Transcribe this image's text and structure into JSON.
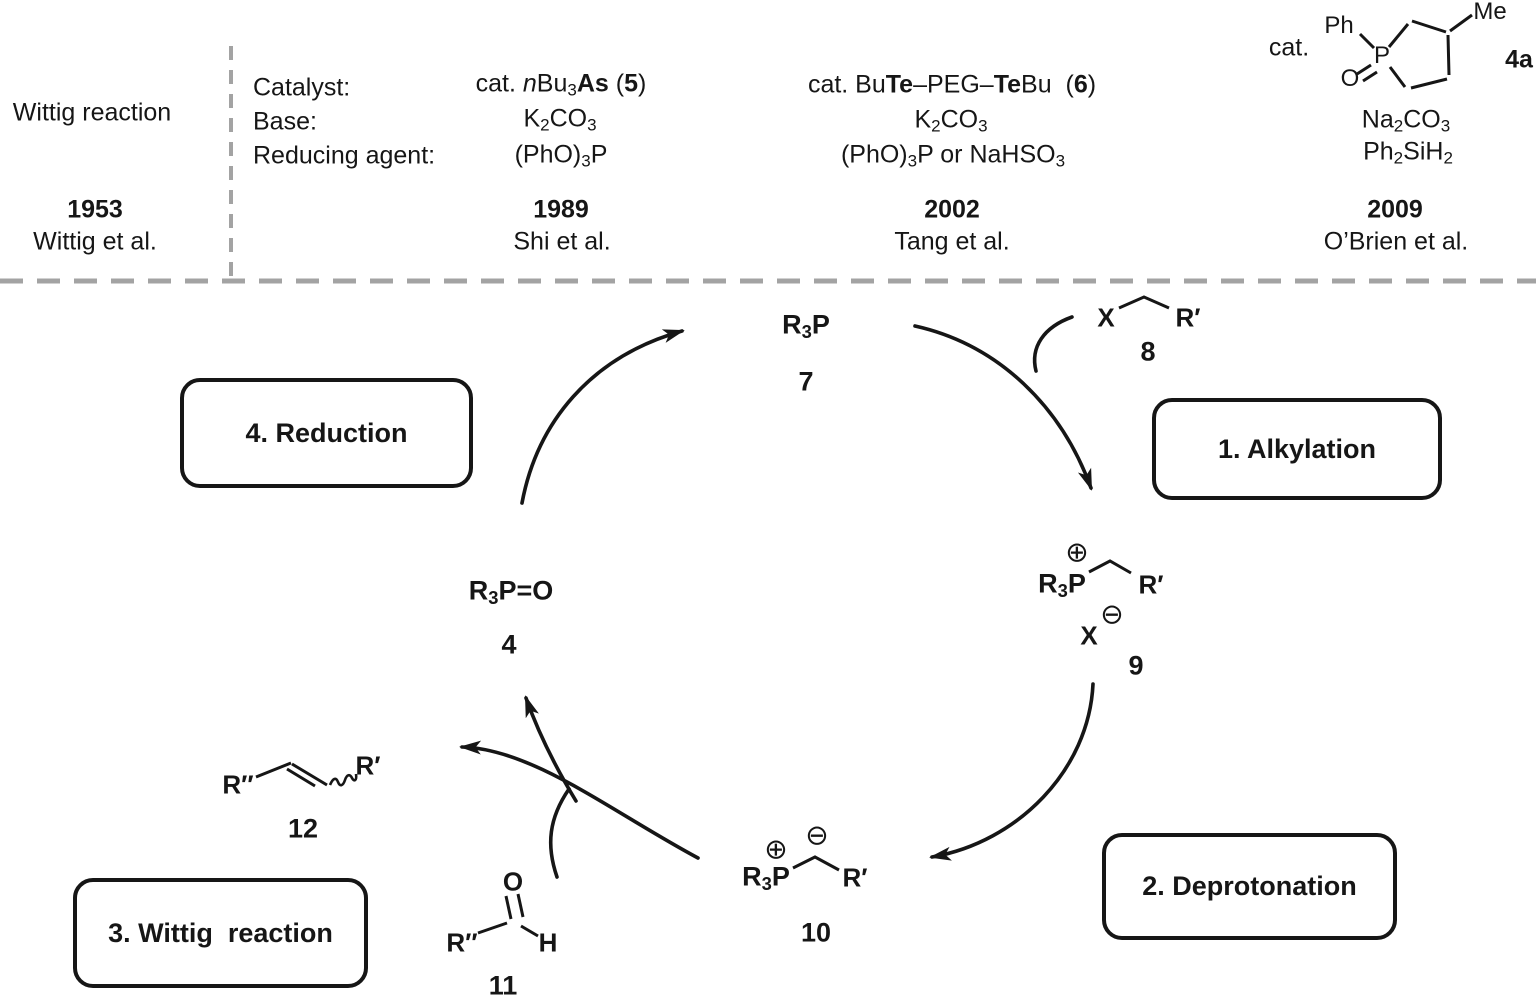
{
  "colors": {
    "ink": "#161616",
    "divider": "#a3a3a3"
  },
  "symbols": {
    "plus": "⊕",
    "minus": "⊖"
  },
  "header": {
    "reaction_label": "Wittig reaction",
    "row_labels": {
      "catalyst": "Catalyst:",
      "base": "Base:",
      "reducing_agent": "Reducing agent:"
    },
    "origin": {
      "year": "1953",
      "authors": "Wittig et al."
    },
    "columns": [
      {
        "catalyst": [
          {
            "t": "cat. "
          },
          {
            "t": "n",
            "i": 1
          },
          {
            "t": "Bu"
          },
          {
            "t": "3",
            "sub": 1
          },
          {
            "t": "As",
            "b": 1
          },
          {
            "t": " ("
          },
          {
            "t": "5",
            "b": 1
          },
          {
            "t": ")"
          }
        ],
        "base": [
          {
            "t": "K"
          },
          {
            "t": "2",
            "sub": 1
          },
          {
            "t": "CO"
          },
          {
            "t": "3",
            "sub": 1
          }
        ],
        "reducing_agent": [
          {
            "t": "(PhO)"
          },
          {
            "t": "3",
            "sub": 1
          },
          {
            "t": "P"
          }
        ],
        "year": "1989",
        "authors": "Shi et al."
      },
      {
        "catalyst": [
          {
            "t": "cat. Bu"
          },
          {
            "t": "Te",
            "b": 1
          },
          {
            "t": "–PEG–"
          },
          {
            "t": "Te",
            "b": 1
          },
          {
            "t": "Bu  ("
          },
          {
            "t": "6",
            "b": 1
          },
          {
            "t": ")"
          }
        ],
        "base": [
          {
            "t": "K"
          },
          {
            "t": "2",
            "sub": 1
          },
          {
            "t": "CO"
          },
          {
            "t": "3",
            "sub": 1
          }
        ],
        "reducing_agent": [
          {
            "t": "(PhO)"
          },
          {
            "t": "3",
            "sub": 1
          },
          {
            "t": "P or NaHSO"
          },
          {
            "t": "3",
            "sub": 1
          }
        ],
        "year": "2002",
        "authors": "Tang et al."
      },
      {
        "cat_label": "cat.",
        "compound_id": "4a",
        "structure_atoms": {
          "ph": "Ph",
          "p": "P",
          "o": "O",
          "me": "Me"
        },
        "base": [
          {
            "t": "Na"
          },
          {
            "t": "2",
            "sub": 1
          },
          {
            "t": "CO"
          },
          {
            "t": "3",
            "sub": 1
          }
        ],
        "reducing_agent": [
          {
            "t": "Ph"
          },
          {
            "t": "2",
            "sub": 1
          },
          {
            "t": "SiH"
          },
          {
            "t": "2",
            "sub": 1
          }
        ],
        "year": "2009",
        "authors": "O’Brien et al."
      }
    ]
  },
  "cycle": {
    "steps": {
      "alkylation": "1. Alkylation",
      "deprotonation": "2. Deprotonation",
      "wittig": "3. Wittig  reaction",
      "reduction": "4. Reduction"
    },
    "species": {
      "phosphine": {
        "formula": [
          {
            "t": "R"
          },
          {
            "t": "3",
            "sub": 1
          },
          {
            "t": "P"
          }
        ],
        "number": "7"
      },
      "alkyl_halide": {
        "x": "X",
        "r_prime": "R′",
        "number": "8"
      },
      "phosphonium_salt": {
        "formula": [
          {
            "t": "R"
          },
          {
            "t": "3",
            "sub": 1
          },
          {
            "t": "P"
          }
        ],
        "r_prime": "R′",
        "counter_ion": "X",
        "number": "9"
      },
      "ylide": {
        "formula": [
          {
            "t": "R"
          },
          {
            "t": "3",
            "sub": 1
          },
          {
            "t": "P"
          }
        ],
        "r_prime": "R′",
        "number": "10"
      },
      "aldehyde": {
        "o": "O",
        "r_doubleprime": "R″",
        "h": "H",
        "number": "11"
      },
      "alkene": {
        "r_doubleprime": "R″",
        "r_prime": "R′",
        "number": "12"
      },
      "phosphine_oxide": {
        "formula": [
          {
            "t": "R"
          },
          {
            "t": "3",
            "sub": 1
          },
          {
            "t": "P=O"
          }
        ],
        "number": "4"
      }
    }
  }
}
